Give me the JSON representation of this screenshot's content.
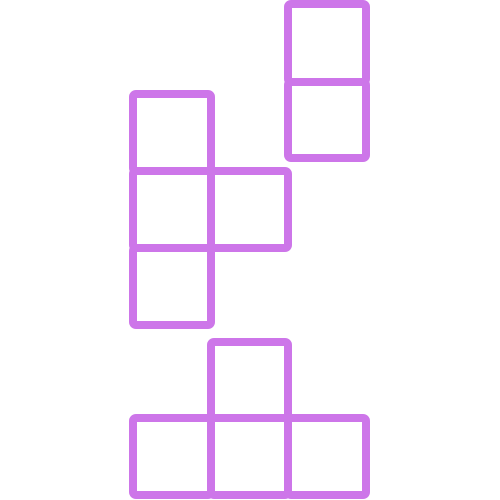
{
  "icon": {
    "name": "tetromino-blocks-icon",
    "stroke_color": "#cd76e9",
    "background_color": "#ffffff",
    "pieces": [
      {
        "name": "vertical-domino-piece",
        "cells": 2
      },
      {
        "name": "t-tetromino-vertical-piece",
        "cells": 4
      },
      {
        "name": "t-tetromino-upright-piece",
        "cells": 4
      }
    ]
  }
}
